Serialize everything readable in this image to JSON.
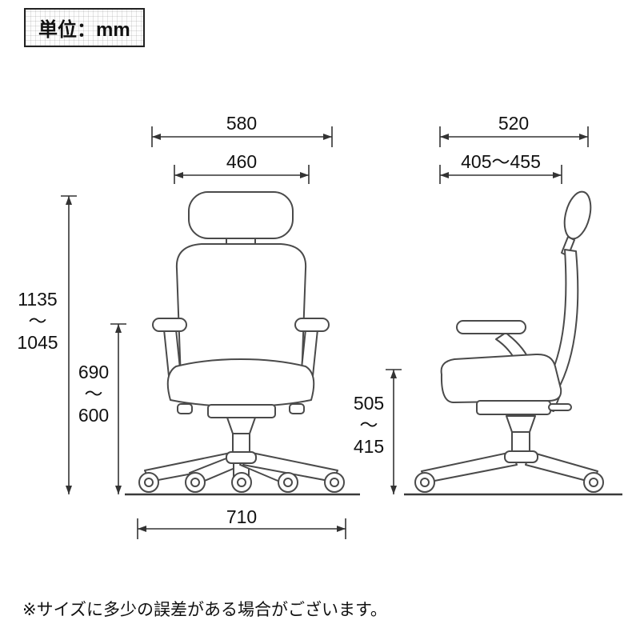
{
  "unit_badge": {
    "label": "単位：mm"
  },
  "symbols": {
    "tilde": "〜"
  },
  "front_view": {
    "top_width": "580",
    "backrest_width": "460",
    "overall_height_max": "1135",
    "overall_height_min": "1045",
    "back_height_max": "690",
    "back_height_min": "600",
    "base_width": "710"
  },
  "side_view": {
    "top_width": "520",
    "seat_depth_range": "405〜455",
    "seat_height_max": "505",
    "seat_height_min": "415"
  },
  "footnote": {
    "text": "※サイズに多少の誤差がある場合がございます。"
  },
  "colors": {
    "outline": "#4a4a4a",
    "dimension_line": "#333333",
    "text": "#111111"
  }
}
